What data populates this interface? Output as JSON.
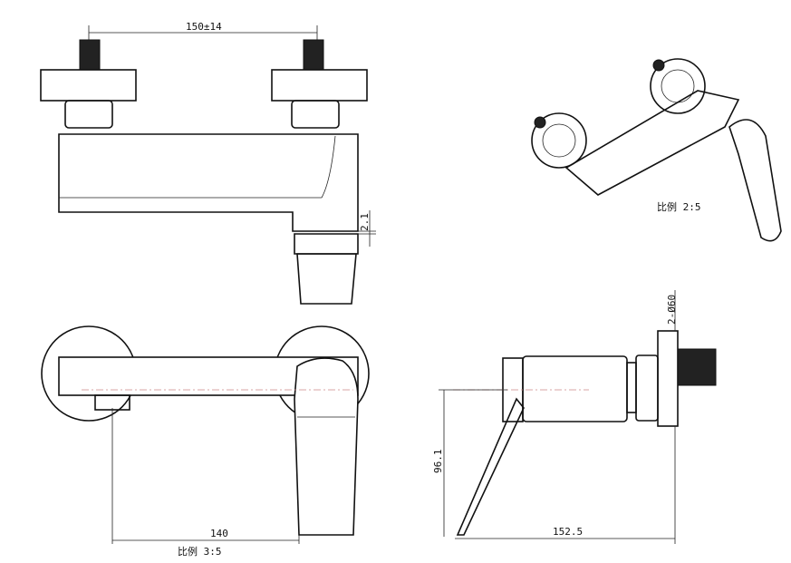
{
  "dimensions": {
    "inlet_spacing": "150±14",
    "outlet_offset": "2.1",
    "flange_diameter": "2-Ø60",
    "lever_height": "96.1",
    "body_width": "140",
    "depth": "152.5"
  },
  "scales": {
    "iso_view": "比例 2:5",
    "front_view": "比例 3:5"
  }
}
